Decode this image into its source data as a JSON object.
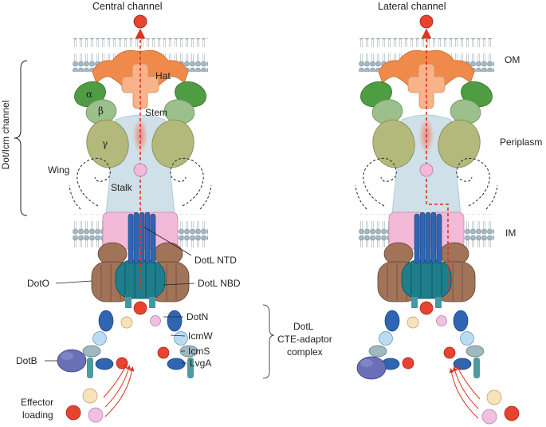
{
  "titles": {
    "central": "Central channel",
    "lateral": "Lateral channel"
  },
  "membranes": {
    "outer": "OM",
    "periplasm": "Periplasm",
    "inner": "IM"
  },
  "channel_label": "Dot/Icm channel",
  "parts": {
    "hat": "Hat",
    "stem": "Stem",
    "stalk": "Stalk",
    "wing": "Wing",
    "alpha": "α",
    "beta": "β",
    "gamma": "γ"
  },
  "callouts": {
    "dotl_ntd": "DotL NTD",
    "dotl_nbd": "DotL NBD",
    "doto": "DotO",
    "dotn": "DotN",
    "icmw": "IcmW",
    "icms": "IcmS",
    "lvga": "LvgA",
    "dotb": "DotB"
  },
  "complex": {
    "line1": "DotL",
    "line2": "CTE-adaptor",
    "line3": "complex"
  },
  "effector": {
    "line1": "Effector",
    "line2": "loading"
  },
  "colors": {
    "hat": "#f08a4b",
    "stem": "#f7b48a",
    "alpha": "#4f9d42",
    "beta": "#9cc08c",
    "gamma": "#b2b97a",
    "stalk": "#cfe0e8",
    "dotl_ntd": "#2f66b3",
    "dotl_nbd": "#1f7e8c",
    "doto": "#a1745a",
    "inner_pink": "#f4b9d8",
    "dotb": "#6a6fb6",
    "effector_red": "#e8432f",
    "effector_cream": "#f8e2b7",
    "effector_pink": "#f0bfe1",
    "arrow_red": "#dc3323",
    "lipid_head": "#a6b9c3"
  }
}
